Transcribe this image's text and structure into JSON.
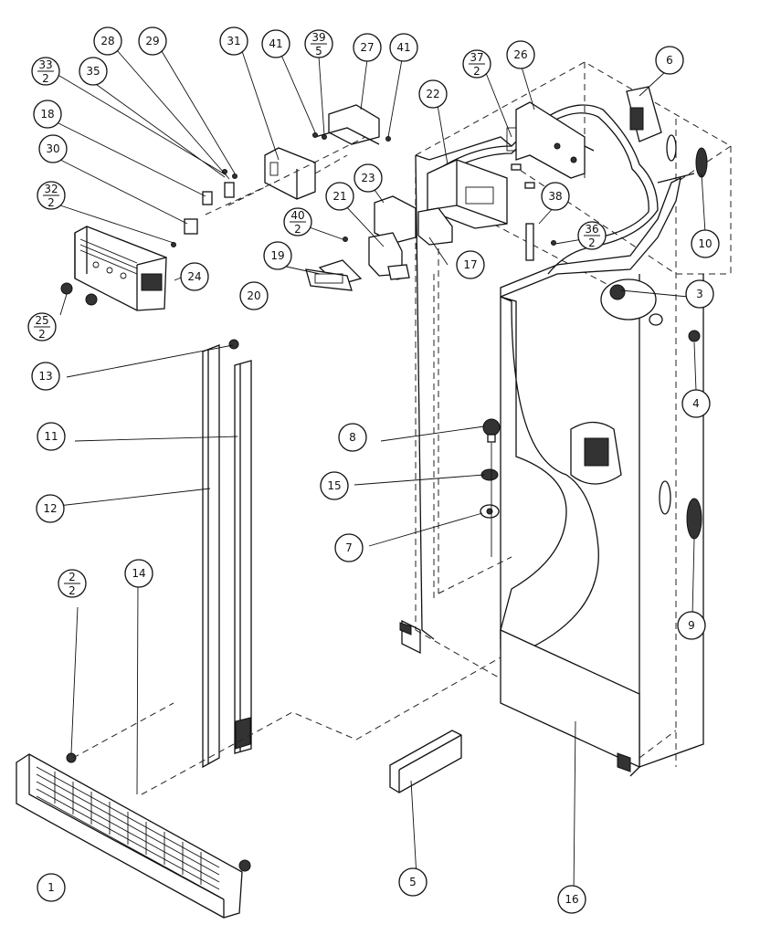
{
  "callouts": [
    {
      "id": "c33",
      "text": "33",
      "sub": "2"
    },
    {
      "id": "c28",
      "text": "28"
    },
    {
      "id": "c29",
      "text": "29"
    },
    {
      "id": "c31",
      "text": "31"
    },
    {
      "id": "c41a",
      "text": "41"
    },
    {
      "id": "c39",
      "text": "39",
      "sub": "5"
    },
    {
      "id": "c27",
      "text": "27"
    },
    {
      "id": "c41b",
      "text": "41"
    },
    {
      "id": "c37",
      "text": "37",
      "sub": "2"
    },
    {
      "id": "c26",
      "text": "26"
    },
    {
      "id": "c6",
      "text": "6"
    },
    {
      "id": "c35",
      "text": "35"
    },
    {
      "id": "c22",
      "text": "22"
    },
    {
      "id": "c18",
      "text": "18"
    },
    {
      "id": "c30",
      "text": "30"
    },
    {
      "id": "c23",
      "text": "23"
    },
    {
      "id": "c32",
      "text": "32",
      "sub": "2"
    },
    {
      "id": "c21",
      "text": "21"
    },
    {
      "id": "c38",
      "text": "38"
    },
    {
      "id": "c40",
      "text": "40",
      "sub": "2"
    },
    {
      "id": "c36",
      "text": "36",
      "sub": "2"
    },
    {
      "id": "c10",
      "text": "10"
    },
    {
      "id": "c24",
      "text": "24"
    },
    {
      "id": "c19",
      "text": "19"
    },
    {
      "id": "c17",
      "text": "17"
    },
    {
      "id": "c20",
      "text": "20"
    },
    {
      "id": "c3",
      "text": "3"
    },
    {
      "id": "c25",
      "text": "25",
      "sub": "2"
    },
    {
      "id": "c13",
      "text": "13"
    },
    {
      "id": "c4",
      "text": "4"
    },
    {
      "id": "c8",
      "text": "8"
    },
    {
      "id": "c11",
      "text": "11"
    },
    {
      "id": "c15",
      "text": "15"
    },
    {
      "id": "c12",
      "text": "12"
    },
    {
      "id": "c7",
      "text": "7"
    },
    {
      "id": "c2",
      "text": "2",
      "sub": "2"
    },
    {
      "id": "c14",
      "text": "14"
    },
    {
      "id": "c9",
      "text": "9"
    },
    {
      "id": "c5",
      "text": "5"
    },
    {
      "id": "c16",
      "text": "16"
    },
    {
      "id": "c1",
      "text": "1"
    }
  ]
}
